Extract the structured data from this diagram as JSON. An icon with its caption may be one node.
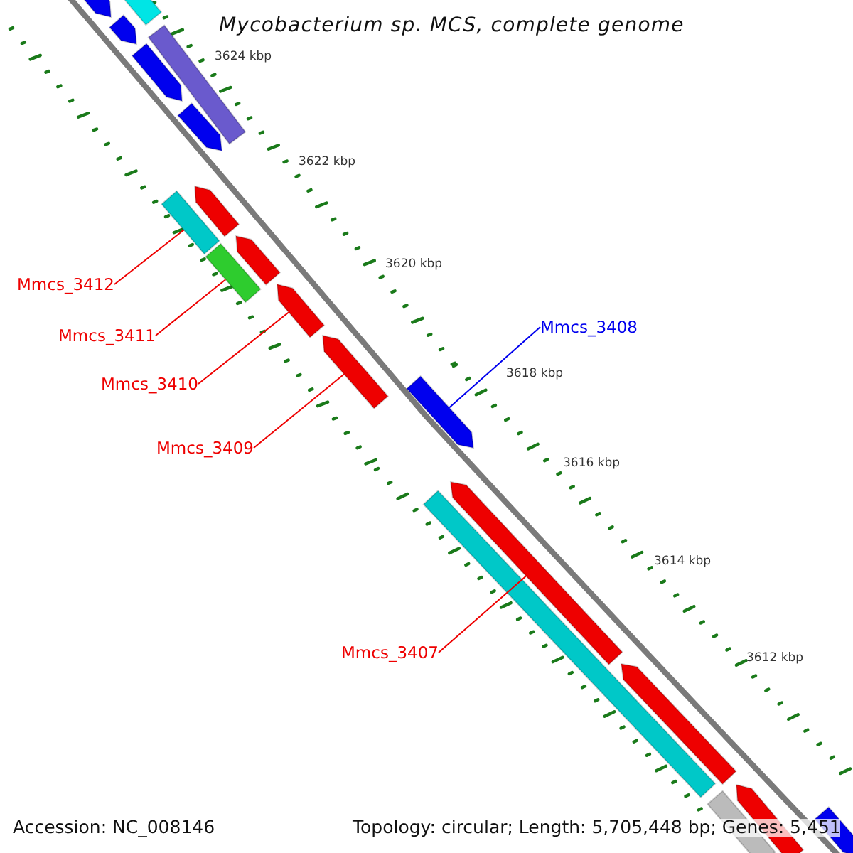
{
  "diagram": {
    "title": "Mycobacterium sp. MCS, complete genome",
    "nodes": [
      {
        "text": [
          "Mmcs_3412"
        ]
      },
      {
        "text": [
          "Mmcs_3408"
        ]
      },
      {
        "text": [
          "Mmcs_3411"
        ]
      },
      {
        "text": [
          "Mmcs_3410"
        ]
      },
      {
        "text": [
          "Mmcs_3409"
        ]
      },
      {
        "text": [
          "Mmcs_3407"
        ]
      },
      {
        "text": [],
        "shape": "arrow"
      },
      {
        "text": [],
        "shape": "bar"
      },
      {
        "text": [],
        "shape": "arrow"
      },
      {
        "text": [],
        "shape": "bar"
      },
      {
        "text": [],
        "shape": "arrow"
      },
      {
        "text": [],
        "shape": "arrow"
      },
      {
        "text": [],
        "shape": "arrow"
      },
      {
        "text": [],
        "shape": "bar"
      },
      {
        "text": [],
        "shape": "arrow"
      },
      {
        "text": [],
        "shape": "bar"
      },
      {
        "text": [],
        "shape": "arrow"
      },
      {
        "text": [],
        "shape": "arrow"
      },
      {
        "text": [],
        "shape": "arrow"
      },
      {
        "text": [],
        "shape": "arrow"
      },
      {
        "text": [],
        "shape": "bar"
      },
      {
        "text": [],
        "shape": "arrow"
      },
      {
        "text": [],
        "shape": "arrow"
      },
      {
        "text": [],
        "shape": "bar"
      },
      {
        "text": [],
        "shape": "arrow"
      }
    ],
    "edges": [
      {
        "from": 0,
        "to": 13,
        "arrow": "none"
      },
      {
        "from": 1,
        "to": 18,
        "arrow": "none",
        "color": "#0000ee"
      },
      {
        "from": 2,
        "to": 15,
        "arrow": "none"
      },
      {
        "from": 3,
        "to": 16,
        "arrow": "none"
      },
      {
        "from": 4,
        "to": 17,
        "arrow": "none"
      },
      {
        "from": 5,
        "to": 19,
        "arrow": "none"
      }
    ],
    "labels": [
      "3624 kbp",
      "3622 kbp",
      "3620 kbp",
      "3618 kbp",
      "3616 kbp",
      "3614 kbp",
      "3612 kbp",
      "Accession: NC_008146",
      "Topology: circular; Length: 5,705,448 bp; Genes: 5,451"
    ]
  }
}
